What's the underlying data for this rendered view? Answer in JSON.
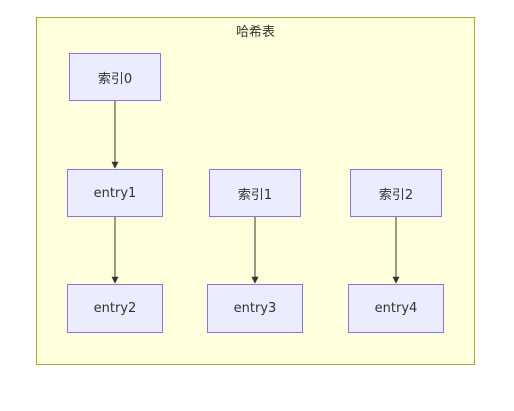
{
  "diagram": {
    "cluster_title": "哈希表",
    "nodes": {
      "index0": "索引0",
      "index1": "索引1",
      "index2": "索引2",
      "entry1": "entry1",
      "entry2": "entry2",
      "entry3": "entry3",
      "entry4": "entry4"
    },
    "edges": [
      {
        "from": "index0",
        "to": "entry1"
      },
      {
        "from": "entry1",
        "to": "entry2"
      },
      {
        "from": "index1",
        "to": "entry3"
      },
      {
        "from": "index2",
        "to": "entry4"
      }
    ]
  },
  "colors": {
    "cluster_fill": "#ffffde",
    "cluster_border": "#aaaa33",
    "node_fill": "#ececff",
    "node_border": "#9370db",
    "edge": "#333333",
    "text": "#333333"
  }
}
